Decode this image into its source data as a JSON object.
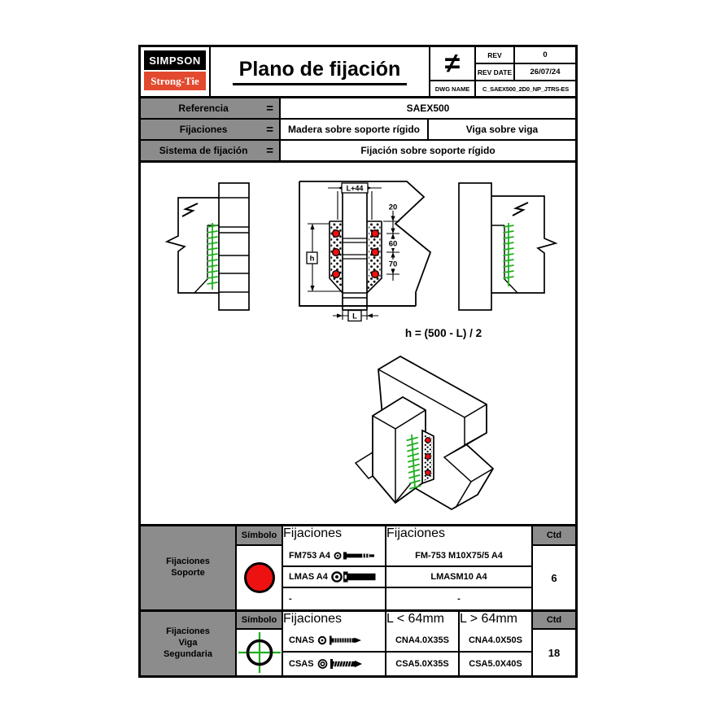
{
  "header": {
    "logo_top": "SIMPSON",
    "logo_bottom": "Strong-Tie",
    "title": "Plano de fijación",
    "neq": "≠",
    "rev_label": "REV",
    "rev_value": "0",
    "rev_date_label": "REV DATE",
    "rev_date_value": "26/07/24",
    "dwg_label": "DWG NAME",
    "dwg_value": "C_SAEX500_2D0_NP_JTRS-ES"
  },
  "reference": {
    "rows": [
      {
        "label": "Referencia",
        "eq": "=",
        "values": [
          "SAEX500"
        ]
      },
      {
        "label": "Fijaciones",
        "eq": "=",
        "values": [
          "Madera sobre soporte rígido",
          "Viga sobre viga"
        ]
      },
      {
        "label": "Sistema de fijación",
        "eq": "=",
        "values": [
          "Fijación sobre soporte rígido"
        ]
      }
    ]
  },
  "drawing": {
    "dim_top": "L+44",
    "dim_20": "20",
    "dim_60": "60",
    "dim_70": "70",
    "dim_h": "h",
    "dim_l": "L",
    "formula": "h = (500 - L) / 2",
    "colors": {
      "screw_green": "#1faf1f",
      "fastener_red": "#ee1111",
      "brand_red": "#e2492e",
      "cell_gray": "#8c8c8c"
    }
  },
  "support_table": {
    "title": "Fijaciones Soporte",
    "headers": {
      "symbol": "Símbolo",
      "fix1": "Fijaciones",
      "fix2": "Fijaciones",
      "qty": "Ctd"
    },
    "symbol": "red-circle",
    "rows": [
      {
        "name": "FM753 A4",
        "full": "FM-753 M10X75/5 A4"
      },
      {
        "name": "LMAS A4",
        "full": "LMASM10 A4"
      },
      {
        "name": "-",
        "full": "-"
      }
    ],
    "qty": "6"
  },
  "beam_table": {
    "title": "Fijaciones Viga Segundaria",
    "headers": {
      "symbol": "Símbolo",
      "fix": "Fijaciones",
      "l_less": "L < 64mm",
      "l_more": "L > 64mm",
      "qty": "Ctd"
    },
    "symbol": "green-crosshair",
    "rows": [
      {
        "name": "CNAS",
        "l_less": "CNA4.0X35S",
        "l_more": "CNA4.0X50S"
      },
      {
        "name": "CSAS",
        "l_less": "CSA5.0X35S",
        "l_more": "CSA5.0X40S"
      }
    ],
    "qty": "18"
  }
}
